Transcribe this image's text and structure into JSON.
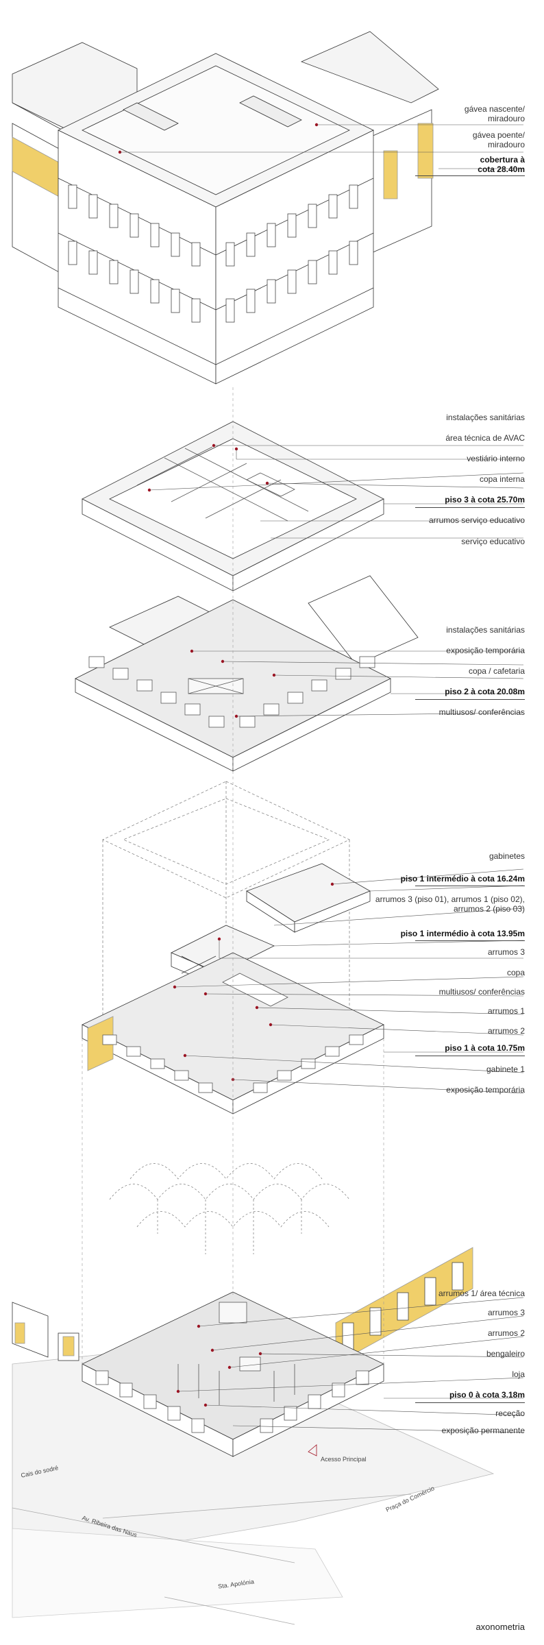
{
  "title": "axonometria",
  "colors": {
    "accent_red": "#a01020",
    "ochre": "#f0cf6a",
    "line": "#333333",
    "floor": "#e9e9e9"
  },
  "groups": [
    {
      "labels": [
        {
          "text": "gávea nascente/",
          "bold": false
        },
        {
          "text": "miradouro",
          "bold": false
        },
        {
          "text": "gávea poente/",
          "bold": false
        },
        {
          "text": "miradouro",
          "bold": false
        },
        {
          "text": "cobertura à",
          "bold": true
        },
        {
          "text": "cota 28.40m",
          "bold": true
        }
      ]
    },
    {
      "labels": [
        {
          "text": "instalações sanitárias",
          "bold": false
        },
        {
          "text": "área técnica de AVAC",
          "bold": false
        },
        {
          "text": "vestiário interno",
          "bold": false
        },
        {
          "text": "copa interna",
          "bold": false
        },
        {
          "text": "piso 3 à cota 25.70m",
          "bold": true
        },
        {
          "text": "arrumos serviço educativo",
          "bold": false
        },
        {
          "text": "serviço educativo",
          "bold": false
        }
      ]
    },
    {
      "labels": [
        {
          "text": "instalações sanitárias",
          "bold": false
        },
        {
          "text": "exposição temporária",
          "bold": false
        },
        {
          "text": "copa / cafetaria",
          "bold": false
        },
        {
          "text": "piso 2 à cota 20.08m",
          "bold": true
        },
        {
          "text": "multiusos/ conferências",
          "bold": false
        }
      ]
    },
    {
      "labels": [
        {
          "text": "gabinetes",
          "bold": false
        },
        {
          "text": "piso 1 intermédio à cota 16.24m",
          "bold": true
        },
        {
          "text": "arrumos 3 (piso 01), arrumos 1 (piso 02),",
          "bold": false
        },
        {
          "text": "arrumos 2 (piso 03)",
          "bold": false
        },
        {
          "text": "piso 1 intermédio à cota 13.95m",
          "bold": true
        }
      ]
    },
    {
      "labels": [
        {
          "text": "arrumos 3",
          "bold": false
        },
        {
          "text": "copa",
          "bold": false
        },
        {
          "text": "multiusos/ conferências",
          "bold": false
        },
        {
          "text": "arrumos 1",
          "bold": false
        },
        {
          "text": "arrumos 2",
          "bold": false
        },
        {
          "text": "piso 1 à cota 10.75m",
          "bold": true
        },
        {
          "text": "gabinete 1",
          "bold": false
        },
        {
          "text": "exposição temporária",
          "bold": false
        }
      ]
    },
    {
      "labels": [
        {
          "text": "arrumos 1/ área técnica",
          "bold": false
        },
        {
          "text": "arrumos 3",
          "bold": false
        },
        {
          "text": "arrumos 2",
          "bold": false
        },
        {
          "text": "bengaleiro",
          "bold": false
        },
        {
          "text": "loja",
          "bold": false
        },
        {
          "text": "piso 0 à cota 3.18m",
          "bold": true
        },
        {
          "text": "receção",
          "bold": false
        },
        {
          "text": "exposição permanente",
          "bold": false
        }
      ]
    }
  ],
  "street_labels": {
    "cais_1": "Cais do sodré",
    "ribeira": "Av. Ribeira das Naus",
    "comercio": "Praça do Comércio",
    "apolonia": "Sta. Apolónia",
    "acesso": "Acesso Principal"
  }
}
